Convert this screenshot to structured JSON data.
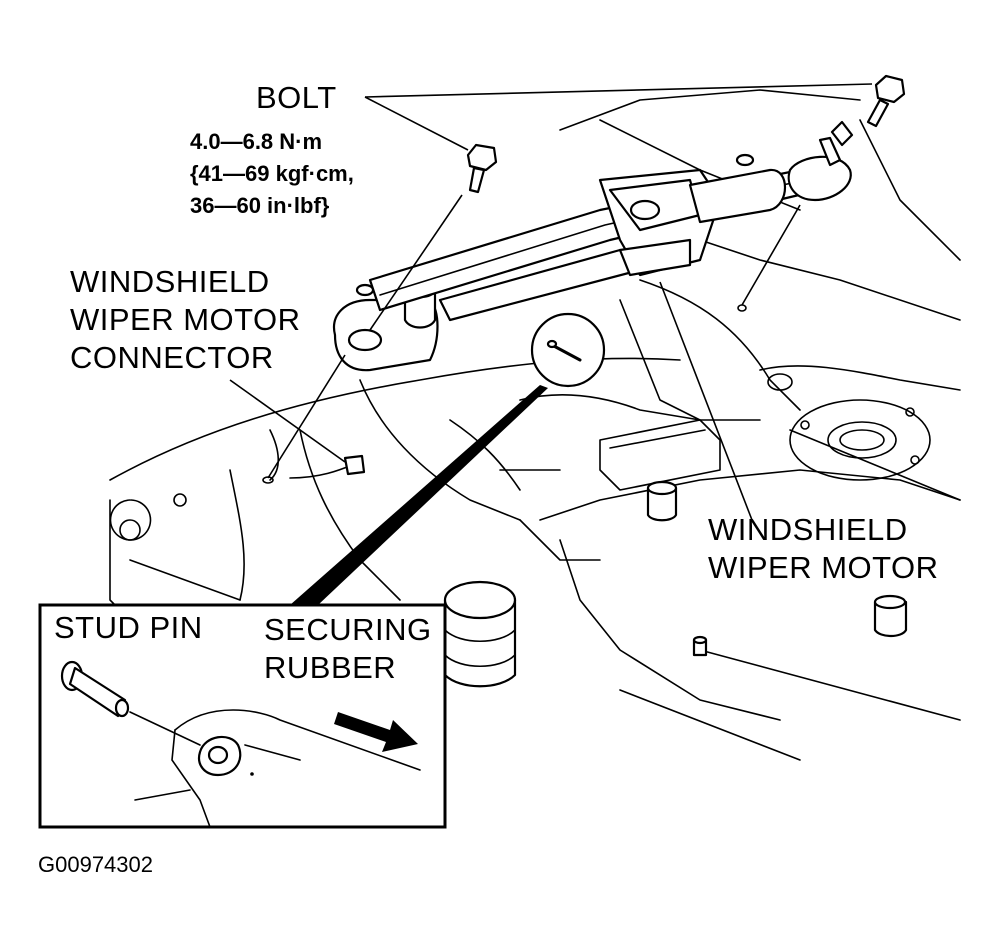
{
  "labels": {
    "bolt": "BOLT",
    "torque_line1": "4.0—6.8 N·m",
    "torque_line2": "{41—69 kgf·cm,",
    "torque_line3": "36—60 in·lbf}",
    "connector_line1": "WINDSHIELD",
    "connector_line2": "WIPER MOTOR",
    "connector_line3": "CONNECTOR",
    "motor_line1": "WINDSHIELD",
    "motor_line2": "WIPER MOTOR",
    "stud_pin": "STUD PIN",
    "securing_line1": "SECURING",
    "securing_line2": "RUBBER",
    "figure_id": "G00974302"
  },
  "colors": {
    "ink": "#000000",
    "paper": "#ffffff"
  }
}
